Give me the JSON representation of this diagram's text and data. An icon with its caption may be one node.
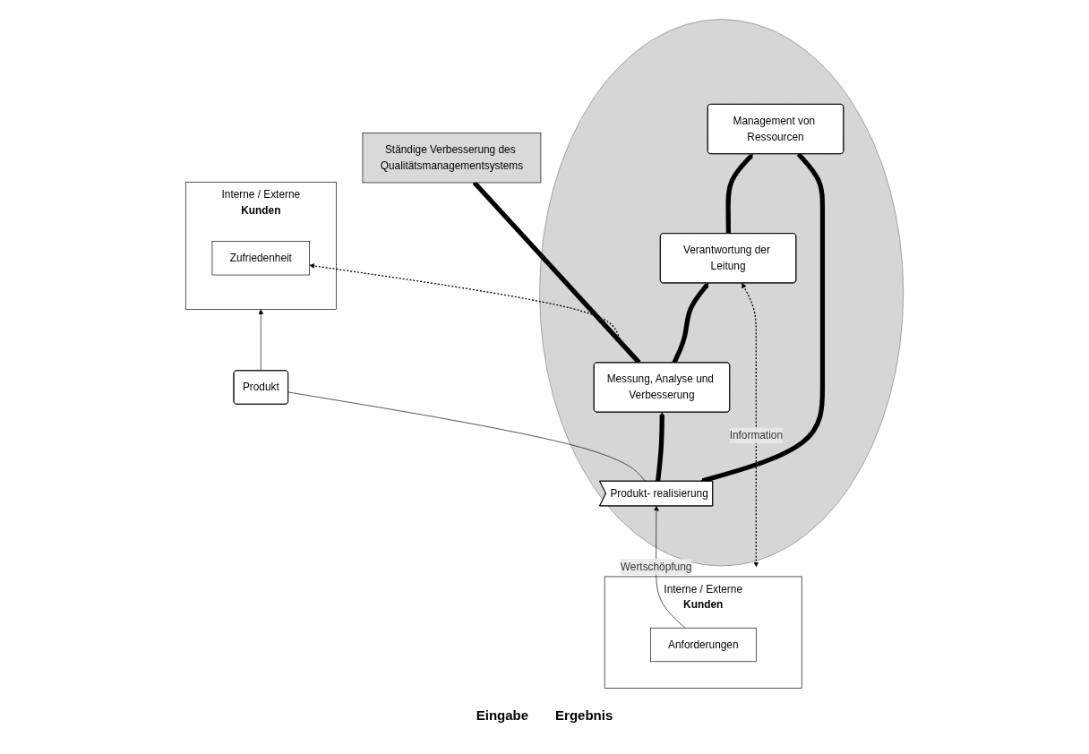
{
  "diagram": {
    "nodes": [
      {
        "text": [
          "Ständige Verbesserung des Qualitätsmanagementsystems"
        ]
      },
      {
        "text": [
          "Interne / Externe",
          "Kunden"
        ]
      },
      {
        "text": [
          "Anforderungen"
        ],
        "in": 1
      },
      {
        "text": [],
        "shape": "circle"
      },
      {
        "text": [
          "Verantwortung der Leitung"
        ],
        "in": 3
      },
      {
        "text": [
          "Management von Ressourcen"
        ],
        "in": 3
      },
      {
        "text": [
          "Messung, Analyse und Verbesserung"
        ],
        "in": 3
      },
      {
        "text": [
          "Produkt- realisierung"
        ],
        "in": 3
      },
      {
        "text": [
          "Produkt"
        ]
      },
      {
        "text": [
          "Interne / Externe",
          "Kunden"
        ]
      },
      {
        "text": [
          "Zufriedenheit"
        ],
        "in": 9
      }
    ],
    "edges": [
      {
        "from": 1,
        "to": 4,
        "arrow": "both",
        "style": "dashed",
        "label": "Information"
      },
      {
        "from": 4,
        "to": 5,
        "arrow": "to",
        "style": "thick"
      },
      {
        "from": 5,
        "to": 7,
        "arrow": "to",
        "style": "thick"
      },
      {
        "from": 7,
        "to": 6,
        "arrow": "to",
        "style": "thick"
      },
      {
        "from": 6,
        "to": 4,
        "arrow": "to",
        "style": "thick"
      },
      {
        "from": 6,
        "to": 0,
        "arrow": "to",
        "style": "thick"
      },
      {
        "from": 6,
        "to": 10,
        "arrow": "both",
        "style": "dashed"
      },
      {
        "from": 2,
        "to": 7,
        "arrow": "to",
        "label": "Wertschöpfung"
      },
      {
        "from": 7,
        "to": 8,
        "arrow": "none"
      },
      {
        "from": 8,
        "to": 9,
        "arrow": "to"
      }
    ],
    "labels": [
      "Eingabe",
      "Ergebnis"
    ]
  }
}
